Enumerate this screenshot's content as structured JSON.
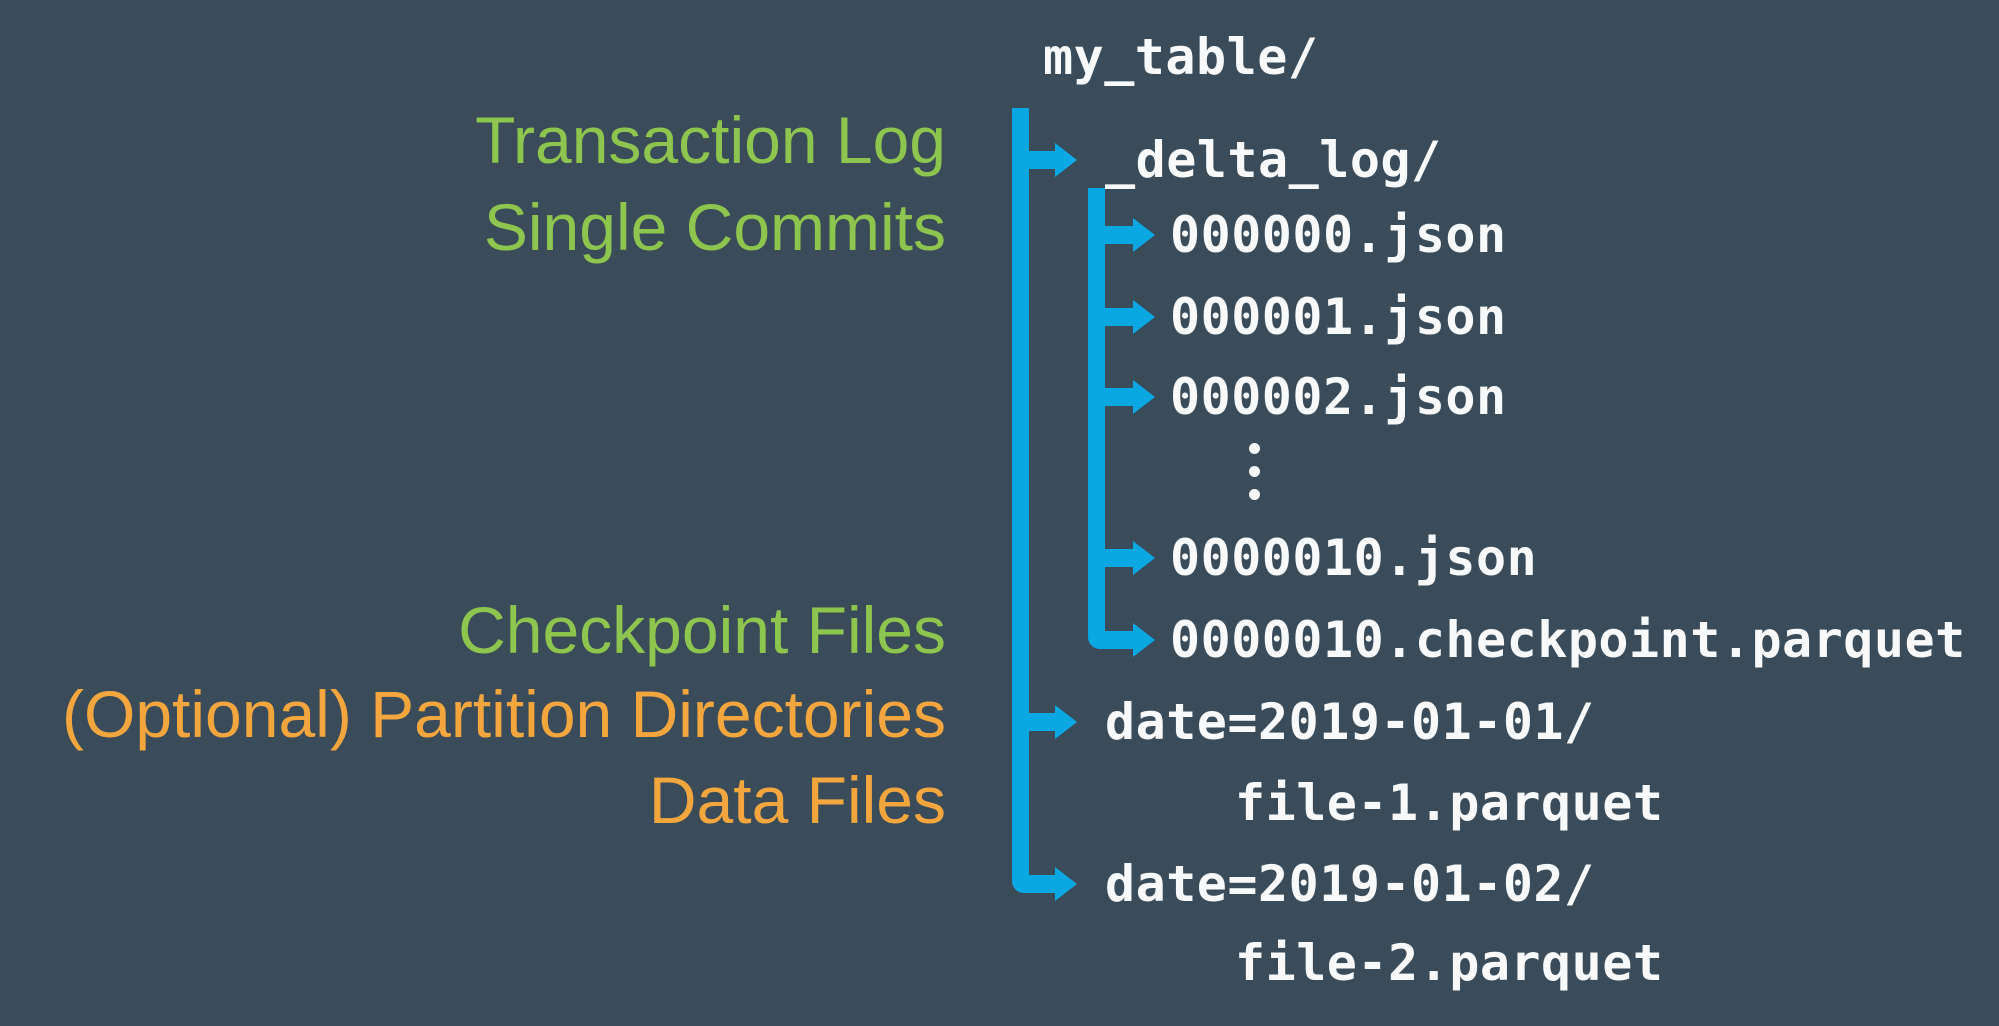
{
  "palette": {
    "bg": "#3A4B59",
    "blue": "#0AA8E3",
    "green": "#8DC54E",
    "orange": "#F4A63E",
    "white": "#F7F9FA"
  },
  "labels": {
    "transaction_log": "Transaction Log",
    "single_commits": "Single Commits",
    "checkpoint_files": "Checkpoint Files",
    "partition_directories": "(Optional) Partition Directories",
    "data_files": "Data Files"
  },
  "tree": {
    "root": "my_table/",
    "delta_log_dir": "_delta_log/",
    "commits": [
      "000000.json",
      "000001.json",
      "000002.json"
    ],
    "ellipsis_icon": "⋮",
    "later_commit": "0000010.json",
    "checkpoint": "0000010.checkpoint.parquet",
    "partitions": [
      {
        "dir": "date=2019-01-01/",
        "file": "file-1.parquet"
      },
      {
        "dir": "date=2019-01-02/",
        "file": "file-2.parquet"
      }
    ]
  }
}
